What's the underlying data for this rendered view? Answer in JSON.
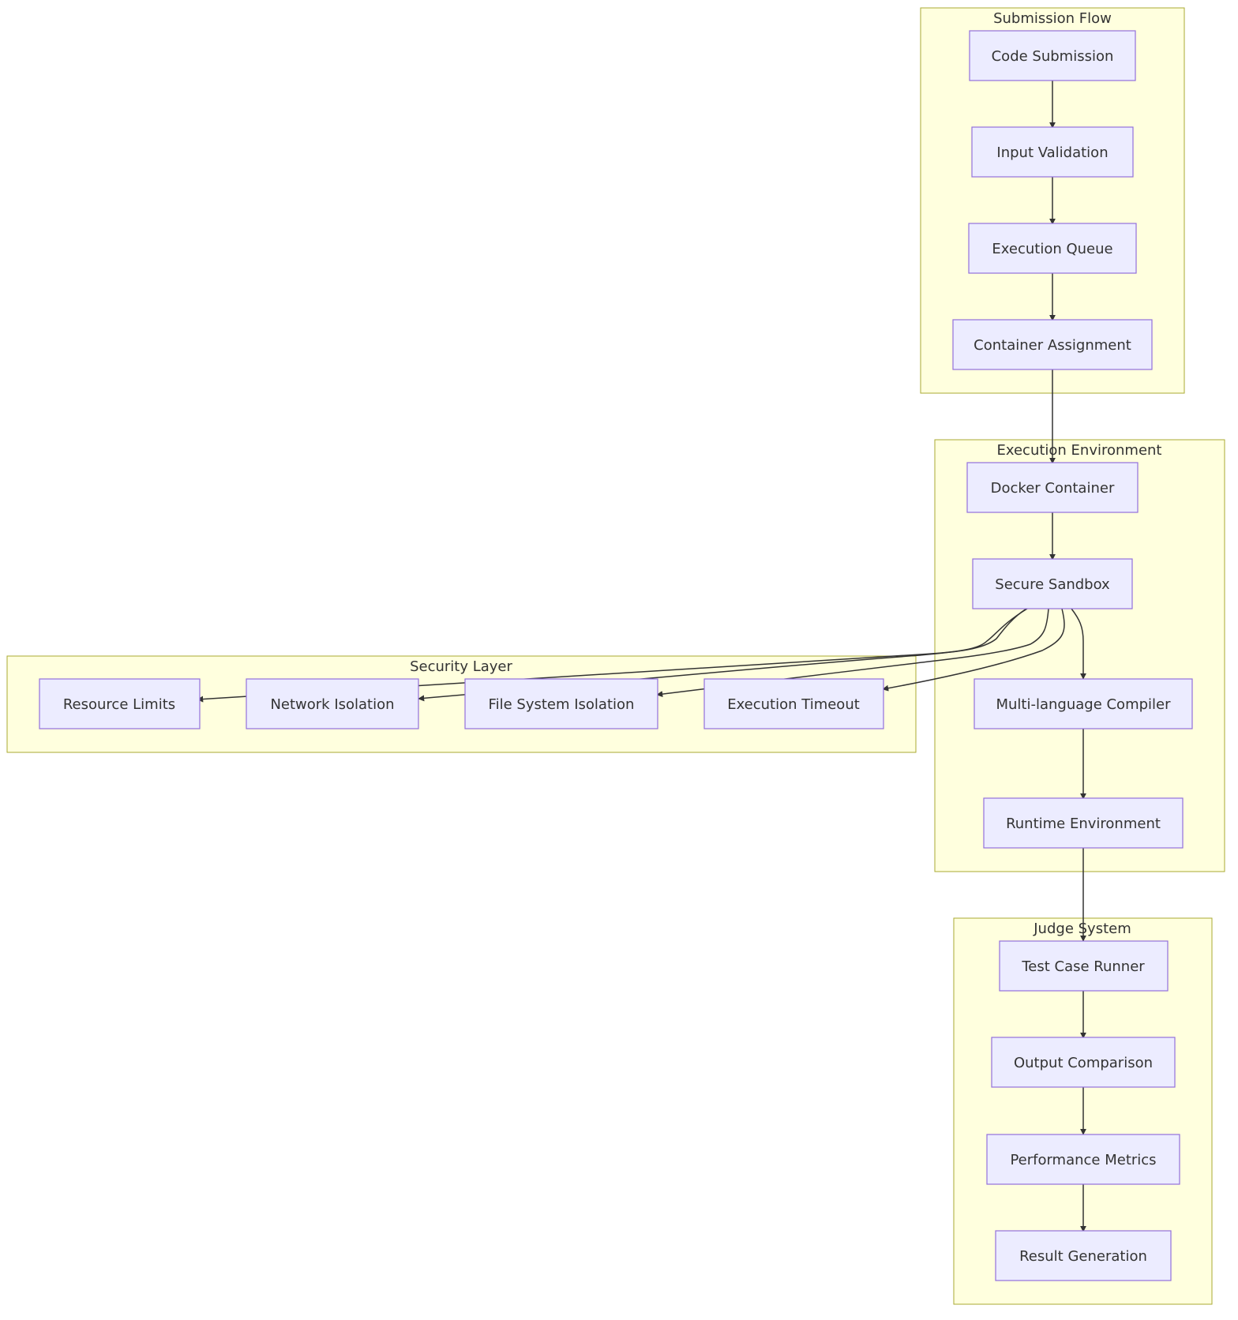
{
  "colors": {
    "cluster_fill": "#ffffde",
    "cluster_stroke": "#aaaa33",
    "node_fill": "#ececff",
    "node_stroke": "#9370db",
    "edge": "#333333",
    "text": "#333333"
  },
  "clusters": {
    "submission": "Submission Flow",
    "execution": "Execution Environment",
    "security": "Security Layer",
    "judge": "Judge System"
  },
  "nodes": {
    "code_submission": "Code Submission",
    "input_validation": "Input Validation",
    "execution_queue": "Execution Queue",
    "container_assignment": "Container Assignment",
    "docker_container": "Docker Container",
    "secure_sandbox": "Secure Sandbox",
    "multi_language_compiler": "Multi-language Compiler",
    "runtime_environment": "Runtime Environment",
    "resource_limits": "Resource Limits",
    "network_isolation": "Network Isolation",
    "file_system_isolation": "File System Isolation",
    "execution_timeout": "Execution Timeout",
    "test_case_runner": "Test Case Runner",
    "output_comparison": "Output Comparison",
    "performance_metrics": "Performance Metrics",
    "result_generation": "Result Generation"
  },
  "edges": [
    [
      "code_submission",
      "input_validation"
    ],
    [
      "input_validation",
      "execution_queue"
    ],
    [
      "execution_queue",
      "container_assignment"
    ],
    [
      "container_assignment",
      "docker_container"
    ],
    [
      "docker_container",
      "secure_sandbox"
    ],
    [
      "secure_sandbox",
      "resource_limits"
    ],
    [
      "secure_sandbox",
      "network_isolation"
    ],
    [
      "secure_sandbox",
      "file_system_isolation"
    ],
    [
      "secure_sandbox",
      "execution_timeout"
    ],
    [
      "secure_sandbox",
      "multi_language_compiler"
    ],
    [
      "multi_language_compiler",
      "runtime_environment"
    ],
    [
      "runtime_environment",
      "test_case_runner"
    ],
    [
      "test_case_runner",
      "output_comparison"
    ],
    [
      "output_comparison",
      "performance_metrics"
    ],
    [
      "performance_metrics",
      "result_generation"
    ]
  ]
}
